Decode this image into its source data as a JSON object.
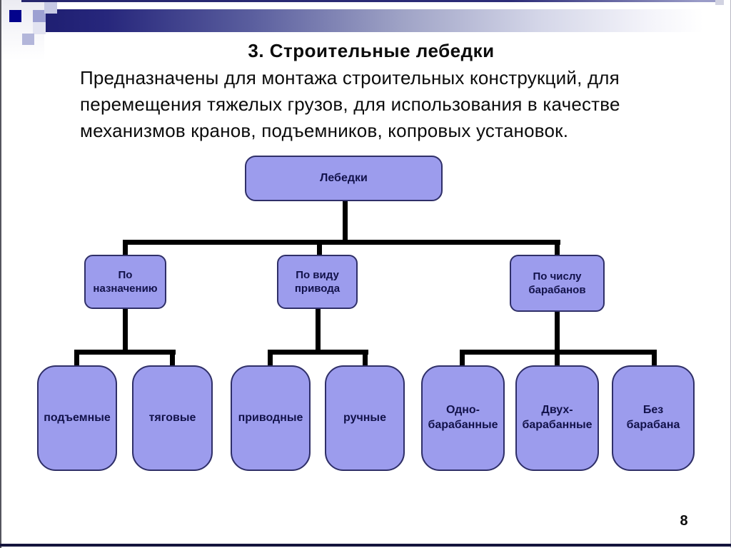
{
  "slide": {
    "title": "3. Строительные лебедки",
    "body_lines": [
      "Предназначены для монтажа строительных конструкций, для",
      "перемещения тяжелых грузов, для использования в качестве",
      "механизмов кранов, подъемников, копровых установок."
    ],
    "page_number": "8"
  },
  "diagram": {
    "root": "Лебедки",
    "groups": [
      {
        "label": "По\nназначению",
        "children": [
          "подъемные",
          "тяговые"
        ]
      },
      {
        "label": "По виду\nпривода",
        "children": [
          "приводные",
          "ручные"
        ]
      },
      {
        "label": "По числу\nбарабанов",
        "children": [
          "Одно-\nбарабанные",
          "Двух-\nбарабанные",
          "Без\nбарабана"
        ]
      }
    ]
  },
  "colors": {
    "node_fill": "#9c9ced",
    "node_border": "#2f2f68",
    "node_text": "#12124a",
    "connector": "#000000",
    "accent_bar_navy": "#1f1f72",
    "accent_square_navy": "#03038c"
  }
}
